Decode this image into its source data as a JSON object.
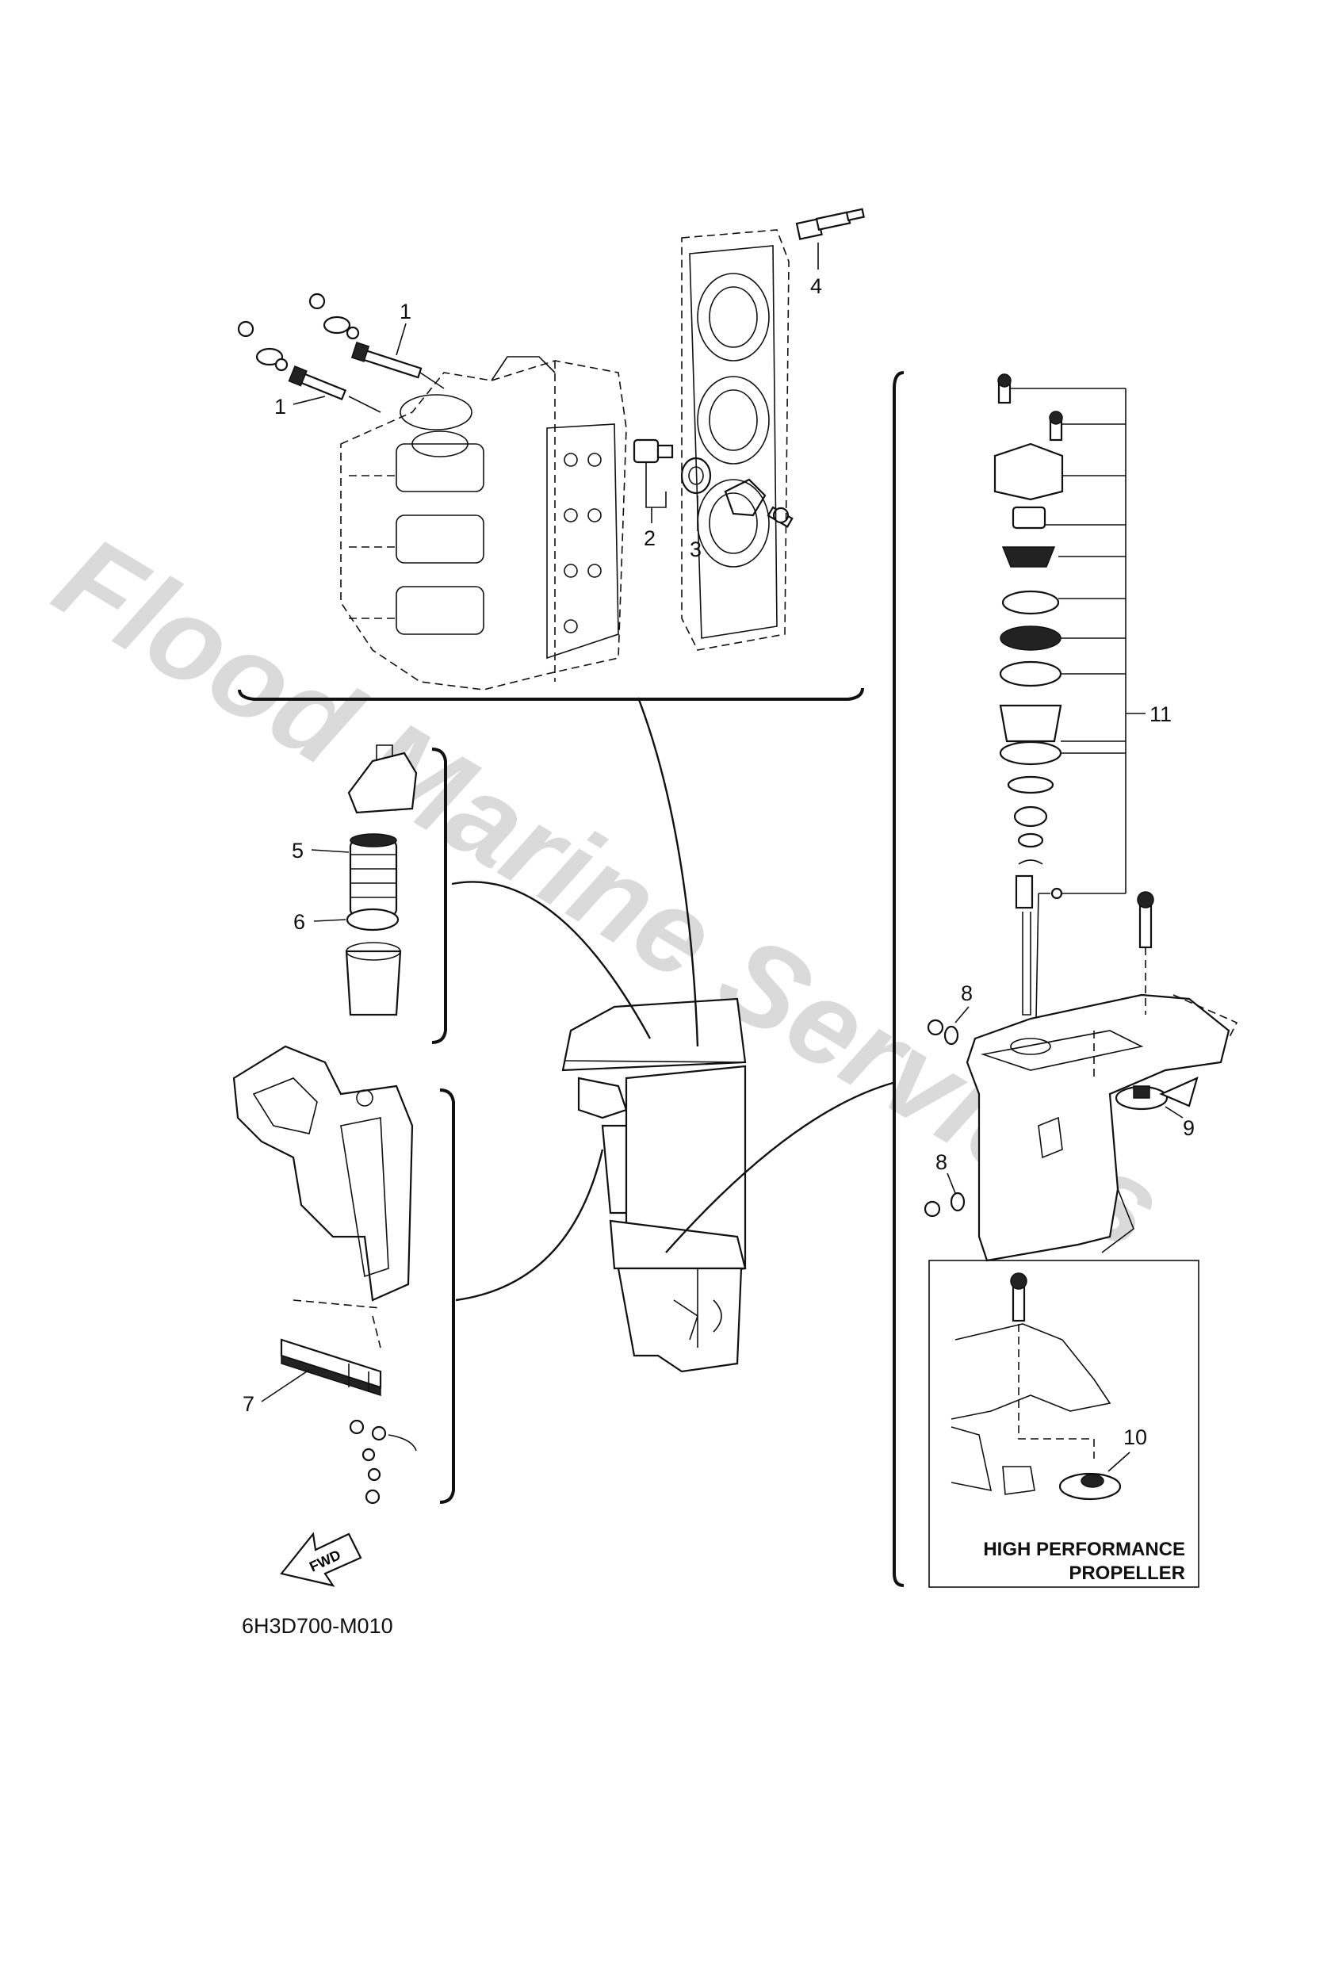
{
  "diagram_code": "6H3D700-M010",
  "watermark": "Flood Marine Services",
  "inset_label": [
    "HIGH PERFORMANCE",
    "PROPELLER"
  ],
  "fwd_label": "FWD",
  "callouts": {
    "c1a": "1",
    "c1b": "1",
    "c2": "2",
    "c3": "3",
    "c4": "4",
    "c5": "5",
    "c6": "6",
    "c7": "7",
    "c8a": "8",
    "c8b": "8",
    "c9": "9",
    "c10": "10",
    "c11": "11"
  },
  "colors": {
    "line": "#111111",
    "watermark": "#bdbdbd",
    "background": "#ffffff"
  }
}
